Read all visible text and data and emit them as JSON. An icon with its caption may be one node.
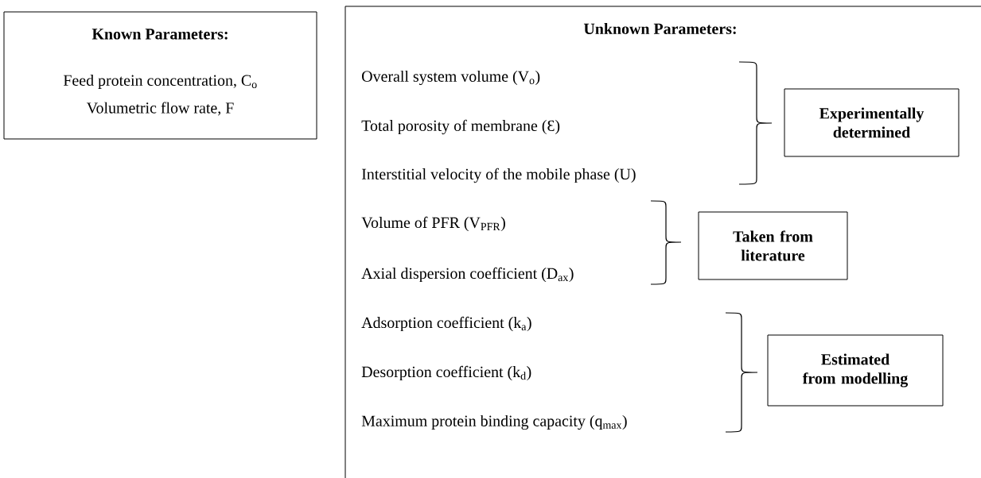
{
  "diagram": {
    "nodes": [
      {
        "text": [
          "Known Parameters:",
          "Feed protein concentration, C$_{o}$",
          "Volumetric flow rate, F"
        ]
      },
      {
        "text": [
          "Unknown Parameters:",
          "Overall system volume (V$_{o}$)",
          "Total porosity of membrane (Ɛ)",
          "Interstitial velocity of the mobile phase (U)",
          "Volume of PFR (V$_{PFR}$)",
          "Axial dispersion coefficient (D$_{ax}$)",
          "Adsorption coefficient (k$_{a}$)",
          "Desorption coefficient (k$_{d}$)",
          "Maximum protein binding capacity (q$_{max}$)"
        ]
      },
      {
        "text": [
          "Experimentally determined"
        ],
        "in": 1
      },
      {
        "text": [
          "Taken from literature"
        ],
        "in": 1
      },
      {
        "text": [
          "Estimated from modelling"
        ],
        "in": 1
      }
    ]
  }
}
